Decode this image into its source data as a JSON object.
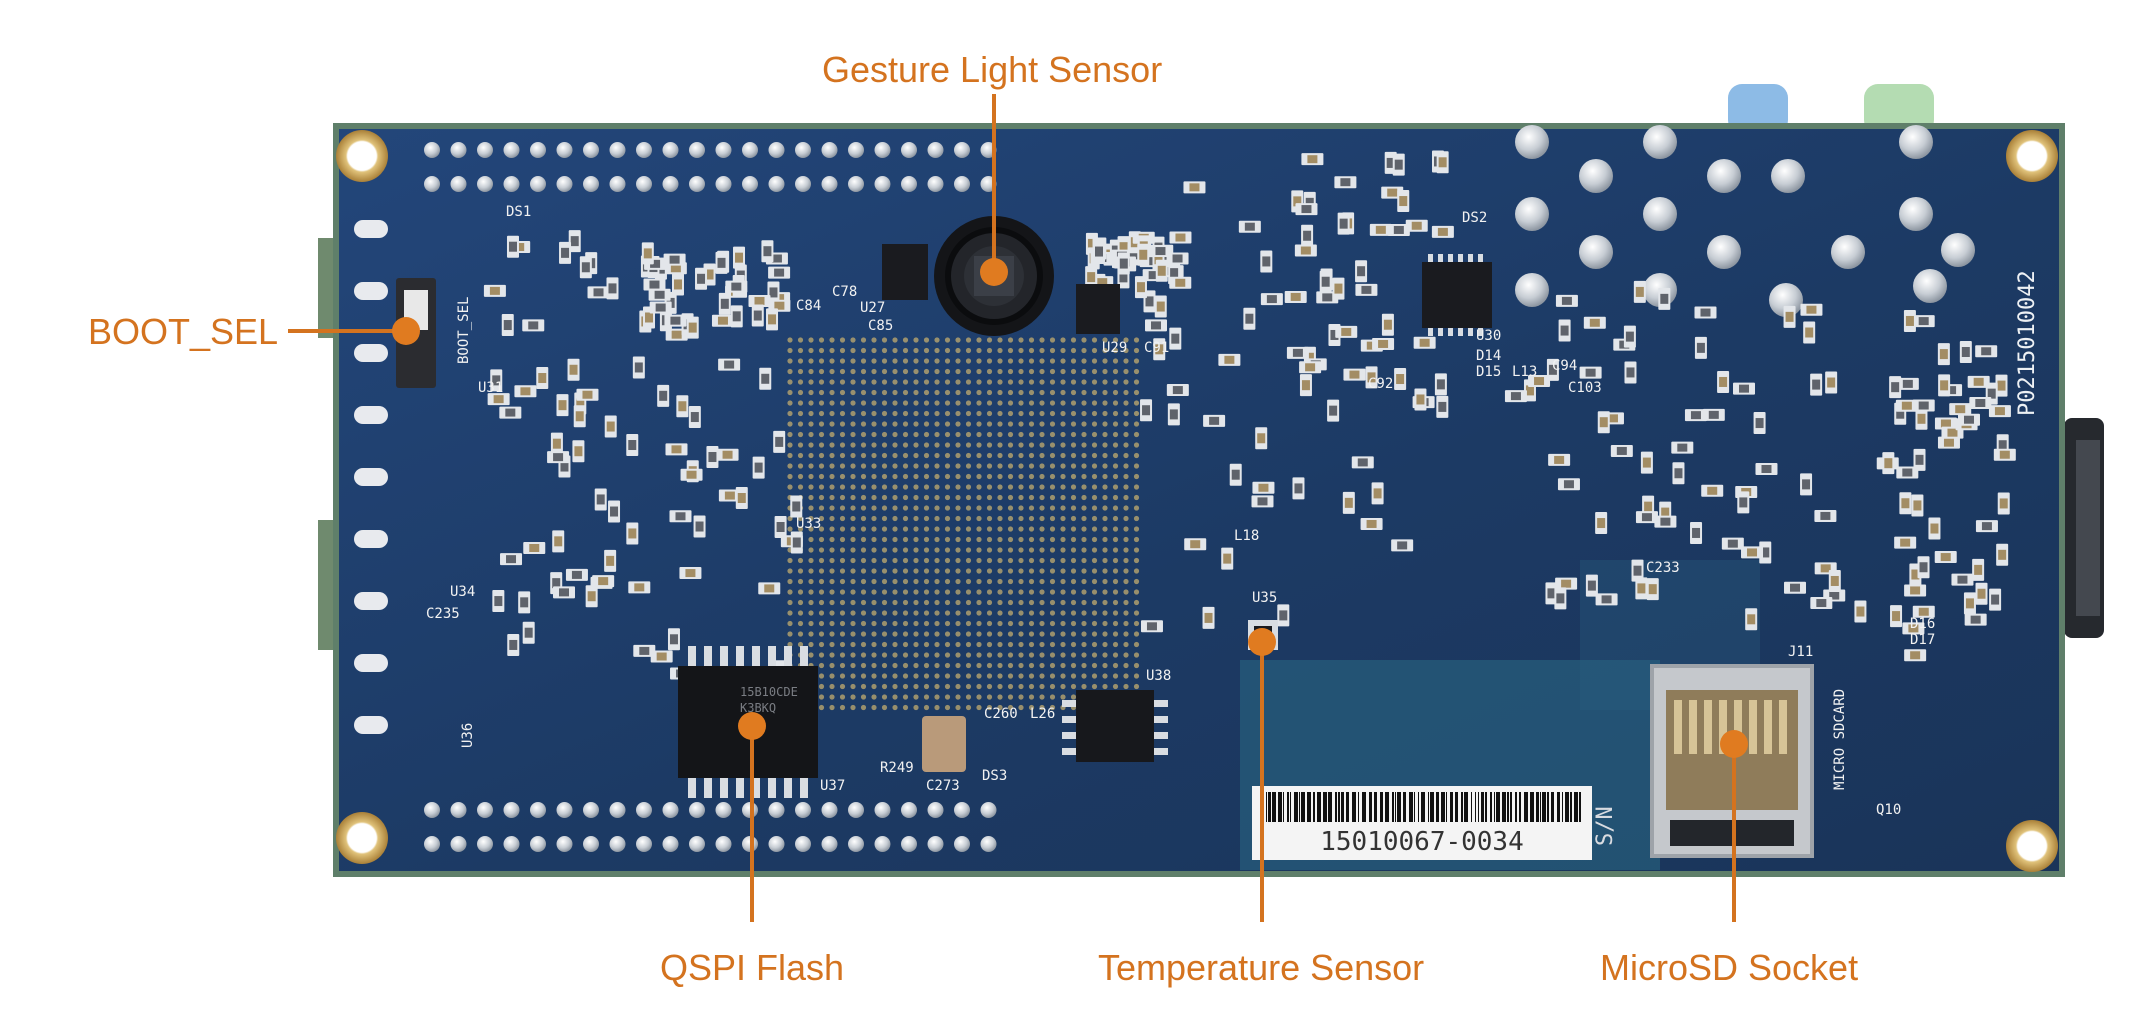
{
  "colors": {
    "callout": "#d4731f",
    "pcb": "#1e3d66",
    "pad": "#d9dde2",
    "silkscreen": "#f2f2f2",
    "mounting_ring": "#c9a35a"
  },
  "callouts": {
    "gesture": "Gesture Light Sensor",
    "boot_sel": "BOOT_SEL",
    "qspi": "QSPI Flash",
    "temperature": "Temperature Sensor",
    "microsd": "MicroSD Socket"
  },
  "board": {
    "board_id": "P0215010042",
    "serial_label": "S/N",
    "serial_number": "15010067-0034",
    "refs": {
      "ds1": "DS1",
      "ds2": "DS2",
      "ds3": "DS3",
      "u27": "U27",
      "u29": "U29",
      "u30": "U30",
      "u31": "U31",
      "u33": "U33",
      "u34": "U34",
      "u35": "U35",
      "u36": "U36",
      "u37": "U37",
      "u38": "U38",
      "j11": "J11",
      "boot_sel": "BOOT_SEL",
      "micro_sdcard": "MICRO SDCARD",
      "c235": "C235",
      "c273": "C273",
      "c233": "C233",
      "c92": "C92",
      "r249": "R249",
      "l26": "L26",
      "c260": "C260",
      "d14": "D14",
      "d15": "D15",
      "d16": "D16",
      "d17": "D17",
      "l13": "L13",
      "c94": "C94",
      "c103": "C103",
      "q10": "Q10",
      "c84": "C84",
      "c85": "C85",
      "c78": "C78",
      "c91": "C91",
      "l18": "L18"
    }
  }
}
